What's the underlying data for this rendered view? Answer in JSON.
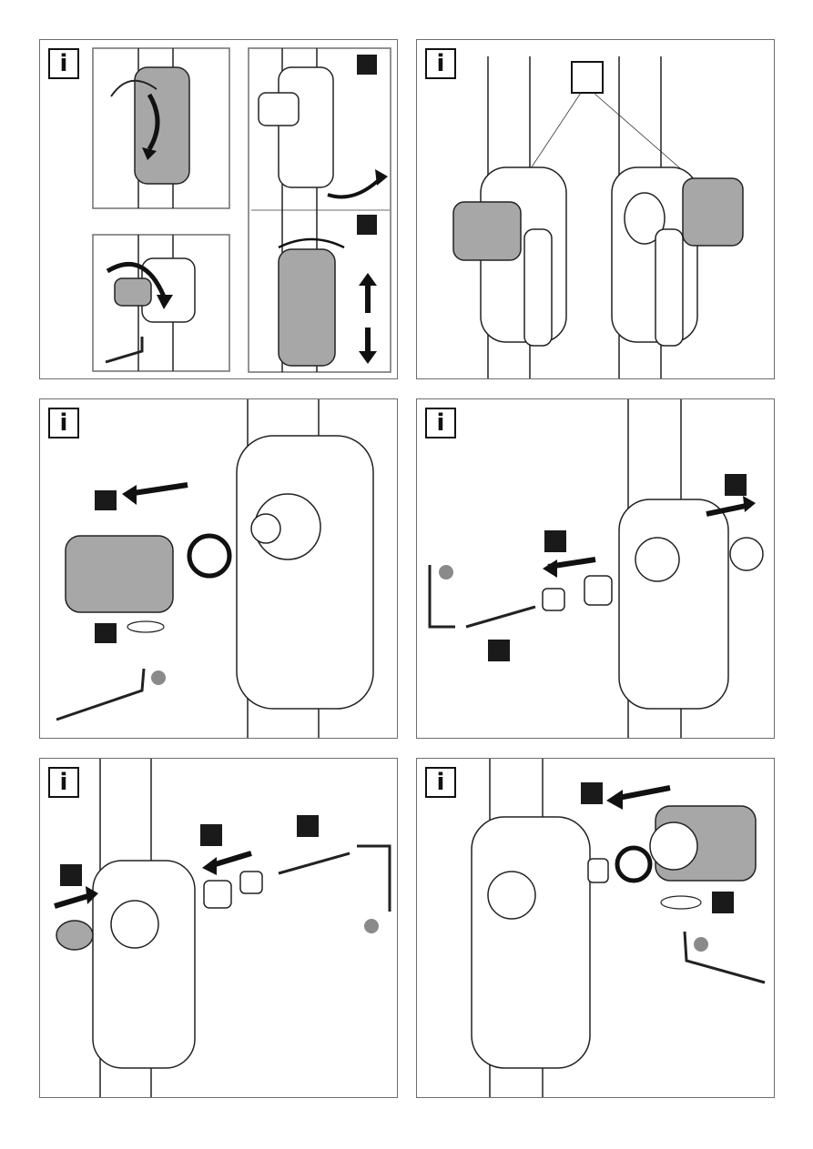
{
  "panels": [
    {
      "info_label": "i"
    },
    {
      "info_label": "i"
    },
    {
      "info_label": "i"
    },
    {
      "info_label": "i"
    },
    {
      "info_label": "i"
    },
    {
      "info_label": "i"
    }
  ],
  "colors": {
    "border": "#6e6e6e",
    "part_fill": "#a7a7a7",
    "step_badge": "#1a1a1a",
    "tool_hex": "#8a8a8a"
  },
  "icons": [
    "info-icon",
    "rotate-arrow-icon",
    "direction-arrow-icon",
    "hex-key-icon",
    "o-ring-icon",
    "screw-icon"
  ]
}
